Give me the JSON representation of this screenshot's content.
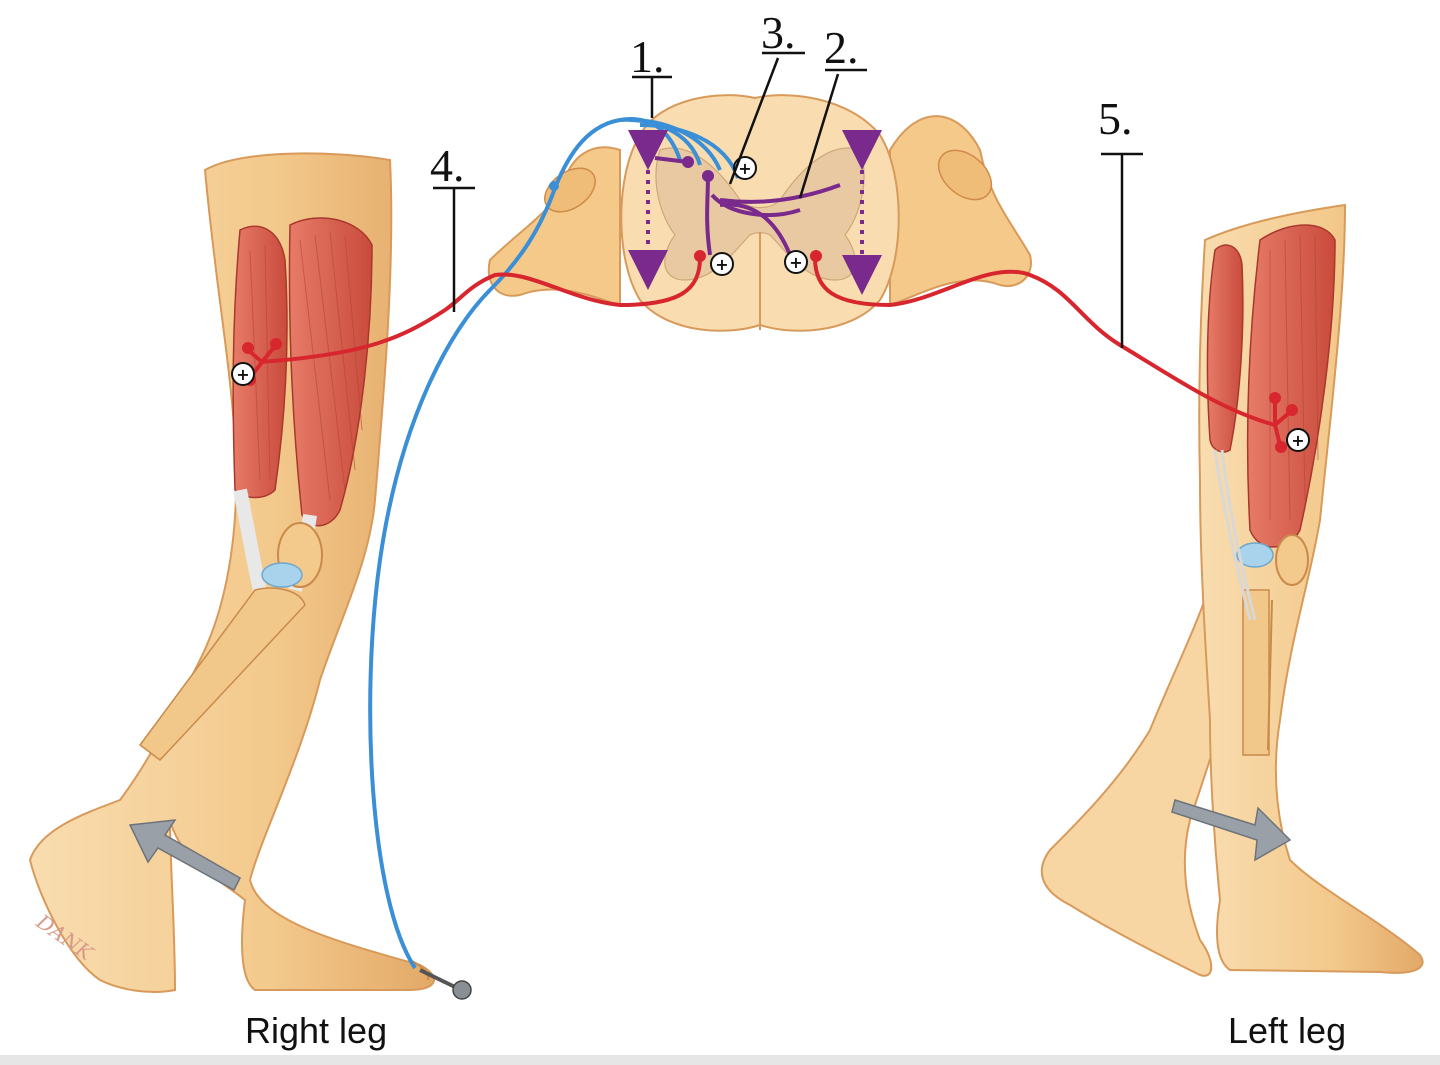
{
  "diagram": {
    "callouts": {
      "c1": "1.",
      "c2": "2.",
      "c3": "3.",
      "c4": "4.",
      "c5": "5."
    },
    "captions": {
      "right_leg": "Right leg",
      "left_leg": "Left leg"
    },
    "artist_signature": "DANK",
    "synapse_symbol": "+",
    "colors": {
      "sensory_neuron": "#3a8fd6",
      "motor_neuron": "#d8262e",
      "interneuron": "#7a2a8c",
      "skin": "#f6d3a0",
      "muscle": "#d9604f",
      "arrow": "#9aa0a8"
    }
  }
}
